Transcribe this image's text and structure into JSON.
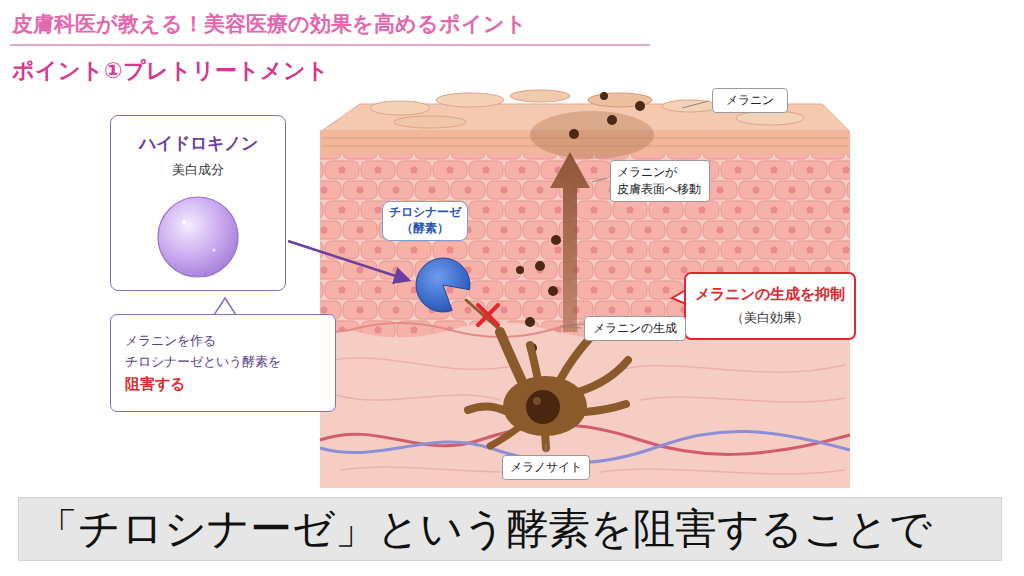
{
  "diagram": {
    "title": "皮膚科医が教える！美容医療の効果を高めるポイント",
    "caption": "「チロシナーゼ」という酵素を阻害することで",
    "nodes": [
      {
        "text": [
          "ハイドロキノン",
          "美白成分"
        ]
      },
      {
        "text": [
          "メラニンを作る チロシナーゼという酵素を",
          "阻害する"
        ]
      },
      {
        "text": [
          "チロシナーゼ （酵素）"
        ]
      },
      {
        "text": [
          "メラニン"
        ]
      },
      {
        "text": [
          "メラニンが 皮膚表面へ移動"
        ]
      },
      {
        "text": [
          "メラニンの生成を抑制",
          "（美白効果）"
        ]
      },
      {
        "text": [
          "メラニンの生成"
        ]
      },
      {
        "text": [
          "メラノサイト"
        ]
      }
    ],
    "labels": [
      "ポイント①プレトリートメント"
    ]
  }
}
